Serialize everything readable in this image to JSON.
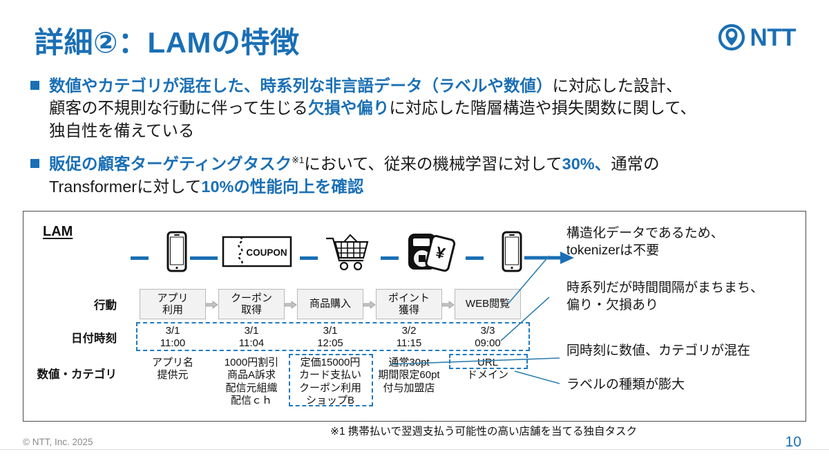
{
  "slide": {
    "title": "詳細②：LAMの特徴",
    "page_number": "10",
    "copyright": "© NTT, Inc.  2025",
    "footnote": "※1 携帯払いで翌週支払う可能性の高い店舗を当てる独自タスク",
    "accent_color": "#1a6fb5",
    "dash_color": "#1f7ac0"
  },
  "logo": {
    "text": "NTT",
    "mark": "ntt-swirl-icon"
  },
  "bullets": [
    {
      "segments": [
        {
          "text": "数値やカテゴリが混在した、時系列な非言語データ（ラベルや数値）",
          "style": "highlight"
        },
        {
          "text": "に対応した設計、",
          "style": "normal"
        },
        {
          "text": "\n",
          "style": "break"
        },
        {
          "text": "顧客の不規則な行動に伴って生じる",
          "style": "normal"
        },
        {
          "text": "欠損や偏り",
          "style": "highlight"
        },
        {
          "text": "に対応した階層構造や損失関数に関して、",
          "style": "normal"
        },
        {
          "text": "\n",
          "style": "break"
        },
        {
          "text": "独自性を備えている",
          "style": "normal"
        }
      ]
    },
    {
      "segments": [
        {
          "text": "販促の顧客ターゲティングタスク",
          "style": "highlight"
        },
        {
          "text": "※1",
          "style": "sup"
        },
        {
          "text": "において、従来の機械学習に対して",
          "style": "normal"
        },
        {
          "text": "30%、",
          "style": "highlight"
        },
        {
          "text": "通常の",
          "style": "normal"
        },
        {
          "text": "\n",
          "style": "break"
        },
        {
          "text": "Transformer",
          "style": "normal"
        },
        {
          "text": "に対して",
          "style": "normal"
        },
        {
          "text": "10%の性能向上を確認",
          "style": "highlight"
        }
      ]
    }
  ],
  "diagram": {
    "lam_label": "LAM",
    "row_labels": {
      "action": "行動",
      "datetime": "日付時刻",
      "value_category": "数値・カテゴリ"
    },
    "icons": [
      "smartphone-icon",
      "coupon-ticket-icon",
      "shopping-cart-icon",
      "mobile-payment-icon",
      "smartphone-icon"
    ],
    "coupon_text": "COUPON",
    "columns": [
      {
        "action": "アプリ\n利用",
        "datetime": "3/1\n11:00",
        "value_category": "アプリ名\n提供元",
        "highlighted": false
      },
      {
        "action": "クーポン\n取得",
        "datetime": "3/1\n11:04",
        "value_category": "1000円割引\n商品A訴求\n配信元組織\n配信ｃｈ",
        "highlighted": false
      },
      {
        "action": "商品購入",
        "datetime": "3/1\n12:05",
        "value_category": "定価15000円\nカード支払い\nクーポン利用\nショップB",
        "highlighted": true
      },
      {
        "action": "ポイント\n獲得",
        "datetime": "3/2\n11:15",
        "value_category": "通常30pt\n期間限定60pt\n付与加盟店",
        "highlighted": false
      },
      {
        "action": "WEB閲覧",
        "datetime": "3/3\n09:00",
        "value_category": "URL\nドメイン",
        "highlighted": true,
        "highlight_first_line_only": true
      }
    ],
    "annotations": [
      "構造化データであるため、\ntokenizerは不要",
      "時系列だが時間間隔がまちまち、\n偏り・欠損あり",
      "同時刻に数値、カテゴリが混在",
      "ラベルの種類が膨大"
    ]
  }
}
